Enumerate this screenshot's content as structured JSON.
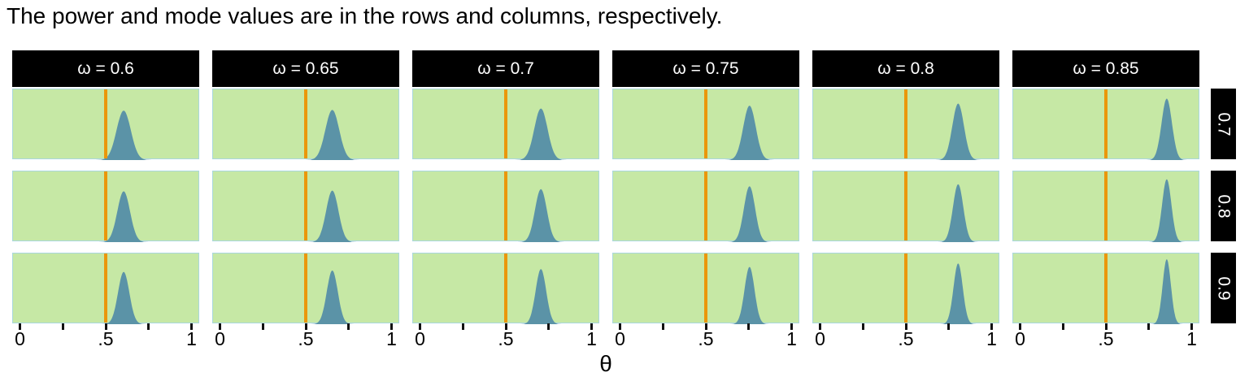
{
  "title": "The power and mode values are in the rows and columns, respectively.",
  "chart_data": {
    "type": "area",
    "description": "Facet grid of posterior-like density curves of theta; columns are mode values, rows are power values; vertical reference line at 0.5 in every panel",
    "facet": {
      "col_variable": "mode (omega)",
      "row_variable": "power",
      "col_labels": [
        "ω = 0.6",
        "ω = 0.65",
        "ω = 0.7",
        "ω = 0.75",
        "ω = 0.8",
        "ω = 0.85"
      ],
      "col_values": [
        0.6,
        0.65,
        0.7,
        0.75,
        0.8,
        0.85
      ],
      "row_labels": [
        "0.7",
        "0.8",
        "0.9"
      ],
      "row_values": [
        0.7,
        0.8,
        0.9
      ]
    },
    "x_axis": {
      "label": "θ",
      "range": [
        0,
        1
      ],
      "expansion": 0.045,
      "ticks": [
        0,
        0.25,
        0.5,
        0.75,
        1
      ],
      "tick_labels": [
        "0",
        "",
        ".5",
        "",
        "1"
      ]
    },
    "reference_line_x": 0.5,
    "densities": [
      {
        "row_label": "0.7",
        "modes": [
          0.6,
          0.65,
          0.7,
          0.75,
          0.8,
          0.85
        ],
        "sigmas": [
          0.0414,
          0.0403,
          0.0387,
          0.0366,
          0.0338,
          0.0302
        ],
        "peak_heights": [
          0.7,
          0.71,
          0.73,
          0.77,
          0.8,
          0.87
        ]
      },
      {
        "row_label": "0.8",
        "modes": [
          0.6,
          0.65,
          0.7,
          0.75,
          0.8,
          0.85
        ],
        "sigmas": [
          0.037,
          0.0361,
          0.0346,
          0.0327,
          0.0302,
          0.027
        ],
        "peak_heights": [
          0.72,
          0.73,
          0.75,
          0.79,
          0.82,
          0.89
        ]
      },
      {
        "row_label": "0.9",
        "modes": [
          0.6,
          0.65,
          0.7,
          0.75,
          0.8,
          0.85
        ],
        "sigmas": [
          0.033,
          0.0322,
          0.0309,
          0.0292,
          0.027,
          0.0241
        ],
        "peak_heights": [
          0.74,
          0.76,
          0.78,
          0.81,
          0.86,
          0.92
        ]
      }
    ],
    "colors": {
      "panel_background": "#c6e8a5",
      "panel_border": "#a9d7de",
      "density_fill": "#5b93a7",
      "reference_line": "#ea970b",
      "strip_background": "#000000",
      "strip_text": "#ffffff",
      "axis_text": "#000000",
      "tick_mark": "#111111"
    },
    "legend": "none"
  }
}
